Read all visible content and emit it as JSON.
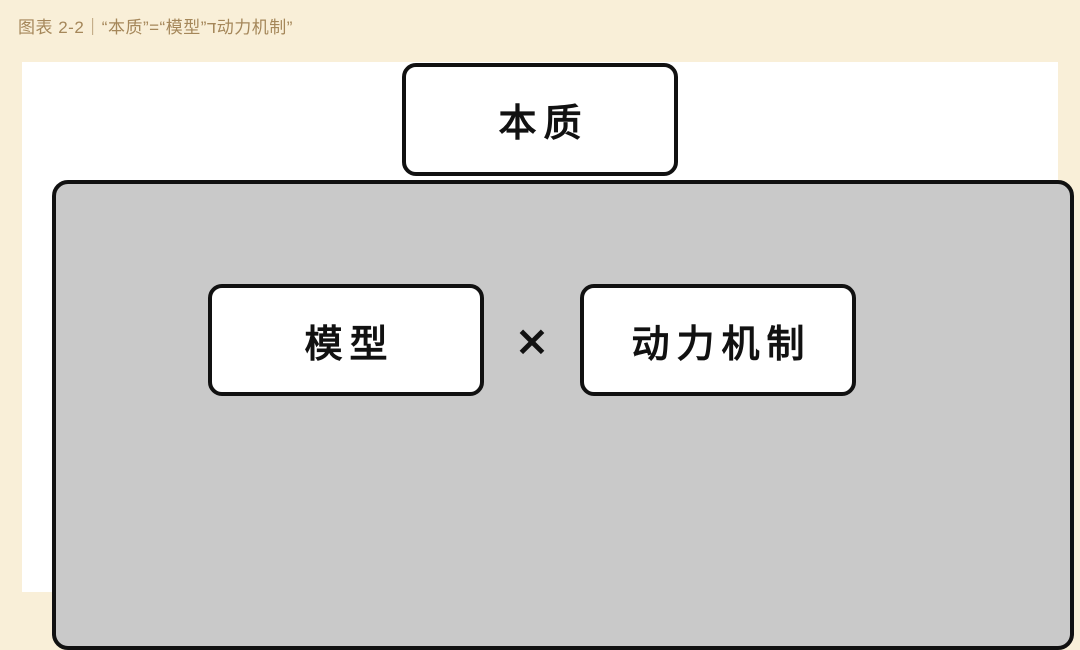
{
  "caption": "图表 2-2｜“本质”=“模型”ד动力机制”",
  "diagram": {
    "essence_label": "本质",
    "model_label": "模型",
    "operator": "×",
    "mechanism_label": "动力机制"
  },
  "colors": {
    "page_background": "#f9efd8",
    "panel_background": "#ffffff",
    "container_background": "#c9c9c9",
    "border": "#111111",
    "caption_text": "#a5875a",
    "diagram_text": "#111111"
  }
}
